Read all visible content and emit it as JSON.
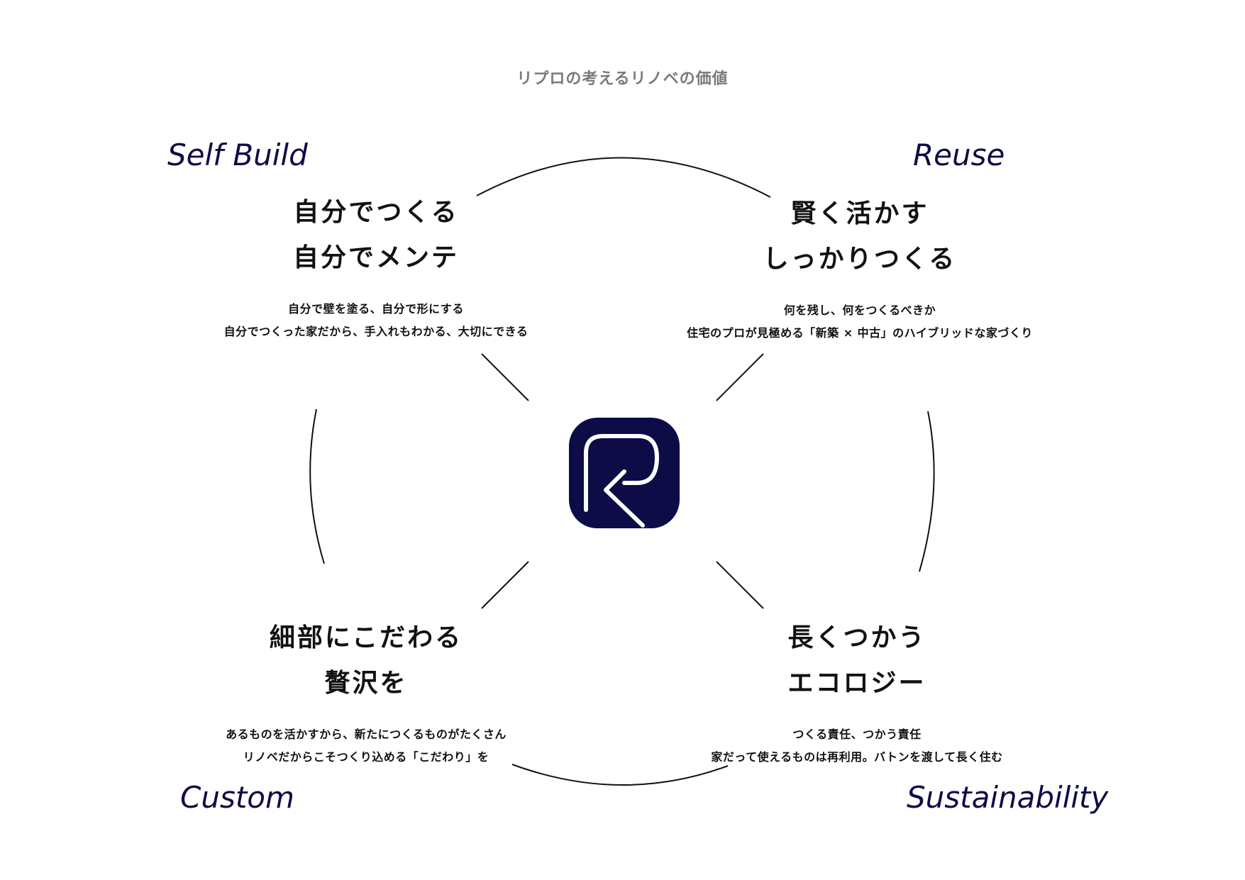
{
  "title": "リプロの考えるリノベの価値",
  "colors": {
    "brand_navy": "#0d0c47",
    "title_gray": "#7a7a7a",
    "text": "#111111",
    "line": "#111111"
  },
  "logo": {
    "icon": "r-arrow-logo-icon"
  },
  "quadrants": {
    "self_build": {
      "label": "Self Build",
      "heading": [
        "自分でつくる",
        "自分でメンテ"
      ],
      "description": [
        "自分で壁を塗る、自分で形にする",
        "自分でつくった家だから、手入れもわかる、大切にできる"
      ]
    },
    "reuse": {
      "label": "Reuse",
      "heading": [
        "賢く活かす",
        "しっかりつくる"
      ],
      "description": [
        "何を残し、何をつくるべきか",
        "住宅のプロが見極める「新築 × 中古」のハイブリッドな家づくり"
      ]
    },
    "custom": {
      "label": "Custom",
      "heading": [
        "細部にこだわる",
        "贅沢を"
      ],
      "description": [
        "あるものを活かすから、新たにつくるものがたくさん",
        "リノベだからこそつくり込める「こだわり」を"
      ]
    },
    "sustainability": {
      "label": "Sustainability",
      "heading": [
        "長くつかう",
        "エコロジー"
      ],
      "description": [
        "つくる責任、つかう責任",
        "家だって使えるものは再利用。バトンを渡して長く住む"
      ]
    }
  }
}
